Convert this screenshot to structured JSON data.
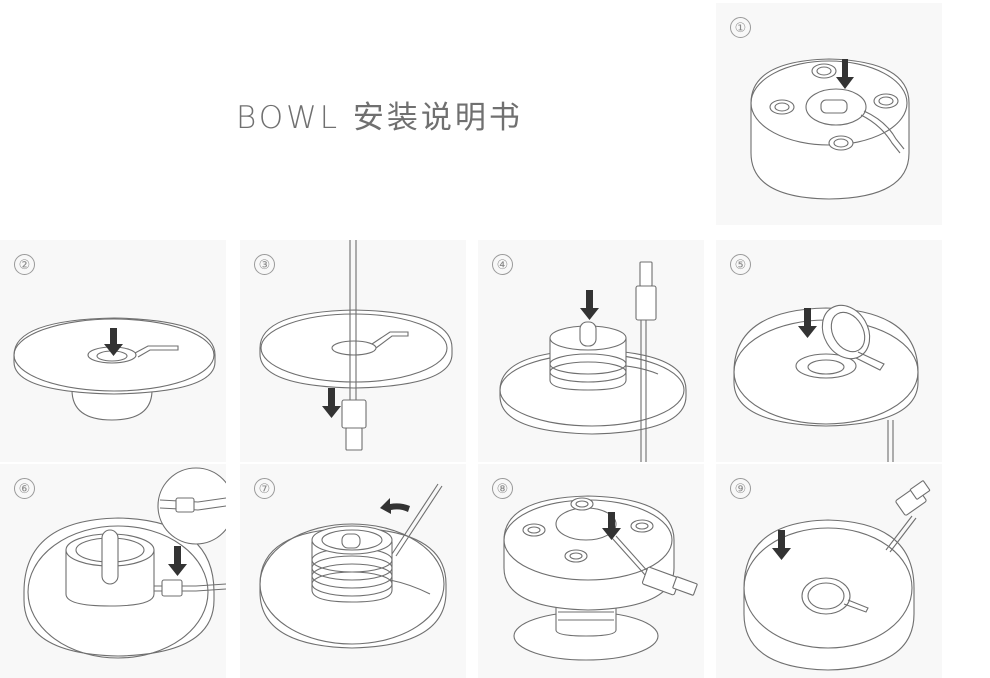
{
  "title": "BOWL 安装说明书",
  "steps": [
    {
      "label": "①"
    },
    {
      "label": "②"
    },
    {
      "label": "③"
    },
    {
      "label": "④"
    },
    {
      "label": "⑤"
    },
    {
      "label": "⑥"
    },
    {
      "label": "⑦"
    },
    {
      "label": "⑧"
    },
    {
      "label": "⑨"
    }
  ]
}
